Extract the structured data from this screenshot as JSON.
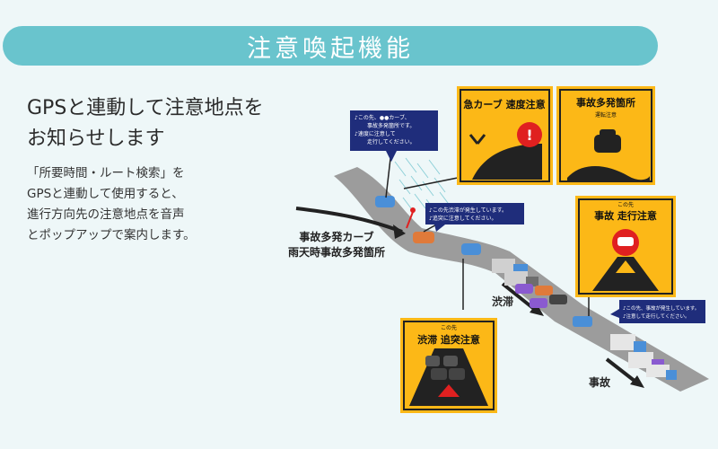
{
  "banner": {
    "title": "注意喚起機能"
  },
  "headline": {
    "line1": "GPSと連動して注意地点を",
    "line2": "お知らせします"
  },
  "description": {
    "line1": "「所要時間・ルート検索」を",
    "line2": "GPSと連動して使用すると、",
    "line3": "進行方向先の注意地点を音声",
    "line4": "とポップアップで案内します。"
  },
  "popups": {
    "top": {
      "line1": "♪この先、●●カーブ、",
      "line2": "事故多発箇所です。",
      "line3": "♪速度に注意して",
      "line4": "走行してください。"
    },
    "middle": {
      "line1": "♪この先渋滞が発生しています。",
      "line2": "♪追突に注意してください。"
    },
    "right": {
      "line1": "♪この先、事故が発生しています。",
      "line2": "♪注意して走行してください。"
    }
  },
  "signs": {
    "curve": {
      "title": "急カーブ 速度注意"
    },
    "accident_spot": {
      "title": "事故多発箇所",
      "subtitle": "運転注意"
    },
    "accident_ahead": {
      "small": "この先",
      "title": "事故 走行注意"
    },
    "congestion": {
      "small": "この先",
      "title": "渋滞 追突注意"
    }
  },
  "labels": {
    "accident_curve_1": "事故多発カーブ",
    "accident_curve_2": "雨天時事故多発箇所",
    "congestion": "渋滞",
    "accident": "事故"
  },
  "colors": {
    "banner": "#69c4cd",
    "sign": "#fcb817",
    "popup": "#1f2d7b",
    "road": "#9c9c9c",
    "background": "#eef7f8"
  }
}
